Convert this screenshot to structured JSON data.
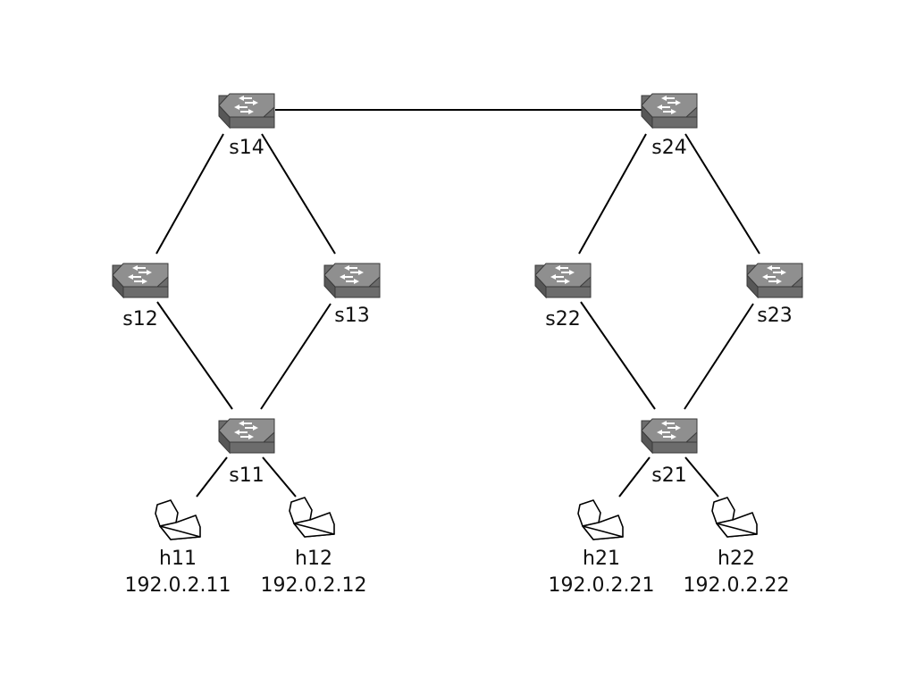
{
  "colors": {
    "link": "#000000",
    "switch_top": "#8f8f8f",
    "switch_front": "#6c6c6c",
    "switch_side": "#575757",
    "host": "#ffffff",
    "background": "#ffffff"
  },
  "switches": {
    "s14": {
      "name": "s14",
      "icon": "network-switch-icon"
    },
    "s24": {
      "name": "s24",
      "icon": "network-switch-icon"
    },
    "s12": {
      "name": "s12",
      "icon": "network-switch-icon"
    },
    "s13": {
      "name": "s13",
      "icon": "network-switch-icon"
    },
    "s22": {
      "name": "s22",
      "icon": "network-switch-icon"
    },
    "s23": {
      "name": "s23",
      "icon": "network-switch-icon"
    },
    "s11": {
      "name": "s11",
      "icon": "network-switch-icon"
    },
    "s21": {
      "name": "s21",
      "icon": "network-switch-icon"
    }
  },
  "hosts": {
    "h11": {
      "name": "h11",
      "ip": "192.0.2.11",
      "icon": "laptop-icon"
    },
    "h12": {
      "name": "h12",
      "ip": "192.0.2.12",
      "icon": "laptop-icon"
    },
    "h21": {
      "name": "h21",
      "ip": "192.0.2.21",
      "icon": "laptop-icon"
    },
    "h22": {
      "name": "h22",
      "ip": "192.0.2.22",
      "icon": "laptop-icon"
    }
  },
  "links": [
    [
      "s14",
      "s24"
    ],
    [
      "s14",
      "s12"
    ],
    [
      "s14",
      "s13"
    ],
    [
      "s12",
      "s11"
    ],
    [
      "s13",
      "s11"
    ],
    [
      "s11",
      "h11"
    ],
    [
      "s11",
      "h12"
    ],
    [
      "s24",
      "s22"
    ],
    [
      "s24",
      "s23"
    ],
    [
      "s22",
      "s21"
    ],
    [
      "s23",
      "s21"
    ],
    [
      "s21",
      "h21"
    ],
    [
      "s21",
      "h22"
    ]
  ]
}
